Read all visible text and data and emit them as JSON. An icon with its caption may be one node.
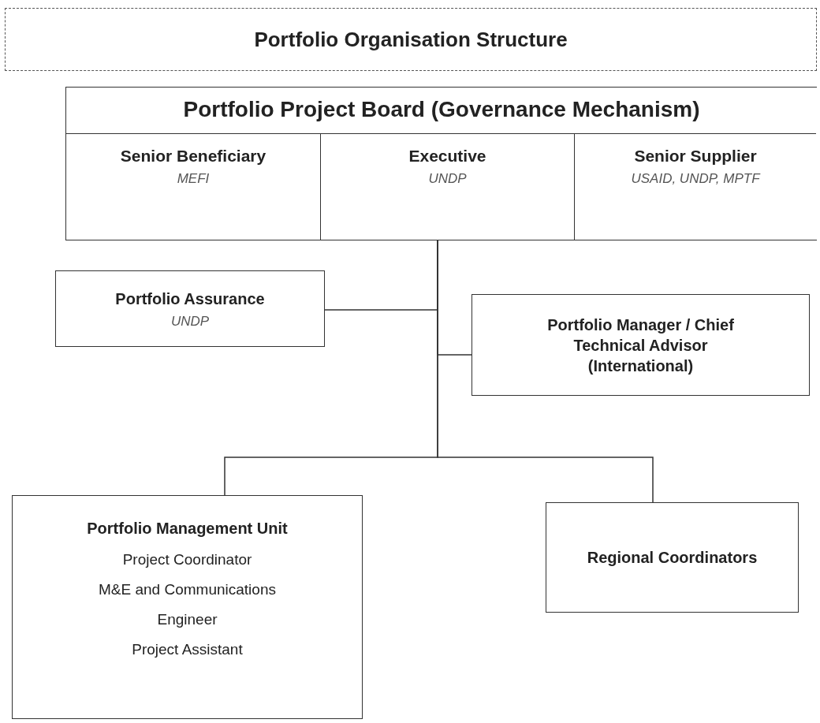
{
  "diagram": {
    "title": "Portfolio Organisation Structure",
    "nodes": [
      {
        "text": [
          "Portfolio Project Board (Governance Mechanism)"
        ]
      },
      {
        "text": [
          "Senior Beneficiary",
          "MEFI"
        ],
        "in": 0
      },
      {
        "text": [
          "Executive",
          "UNDP"
        ],
        "in": 0
      },
      {
        "text": [
          "Senior Supplier",
          "USAID, UNDP, MPTF"
        ],
        "in": 0
      },
      {
        "text": [
          "Portfolio Assurance",
          "UNDP"
        ]
      },
      {
        "text": [
          "Portfolio Manager / Chief Technical Advisor (International)"
        ]
      },
      {
        "text": [
          "Portfolio Management Unit",
          "Project Coordinator",
          "M&E and Communications",
          "Engineer",
          "Project Assistant"
        ]
      },
      {
        "text": [
          "Regional Coordinators"
        ]
      }
    ],
    "edges": [
      {
        "from": 0,
        "to": 4,
        "arrow": "none"
      },
      {
        "from": 0,
        "to": 5,
        "arrow": "none"
      },
      {
        "from": 0,
        "to": 6,
        "arrow": "none"
      },
      {
        "from": 0,
        "to": 7,
        "arrow": "none"
      }
    ]
  }
}
